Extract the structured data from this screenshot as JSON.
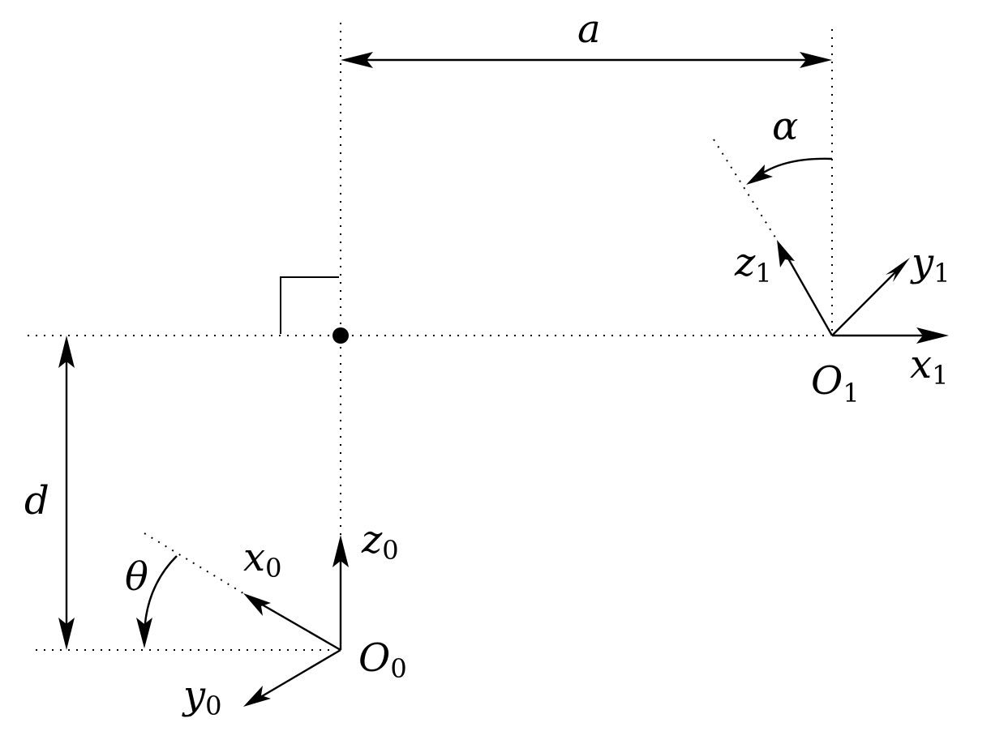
{
  "labels": {
    "a": "a",
    "alpha": "α",
    "d": "d",
    "theta": "θ",
    "frame1": {
      "origin": "O",
      "origin_sub": "1",
      "x": "x",
      "x_sub": "1",
      "y": "y",
      "y_sub": "1",
      "z": "z",
      "z_sub": "1"
    },
    "frame0": {
      "origin": "O",
      "origin_sub": "0",
      "x": "x",
      "x_sub": "0",
      "y": "y",
      "y_sub": "0",
      "z": "z",
      "z_sub": "0"
    }
  }
}
